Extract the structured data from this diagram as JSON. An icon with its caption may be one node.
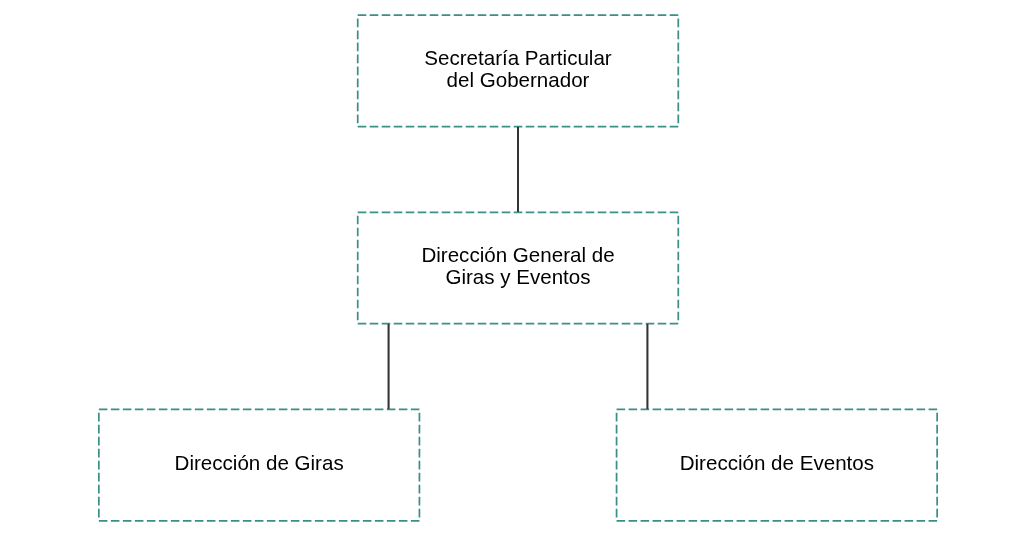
{
  "diagram": {
    "nodes": [
      {
        "text": [
          "Secretaría Particular del Gobernador"
        ]
      },
      {
        "text": [
          "Dirección General de Giras y Eventos"
        ]
      },
      {
        "text": [
          "Dirección de Giras"
        ]
      },
      {
        "text": [
          "Dirección de Eventos"
        ]
      }
    ],
    "edges": [
      {
        "from": 0,
        "to": 1,
        "arrow": "none"
      },
      {
        "from": 1,
        "to": 2,
        "arrow": "none"
      },
      {
        "from": 1,
        "to": 3,
        "arrow": "none"
      }
    ]
  }
}
